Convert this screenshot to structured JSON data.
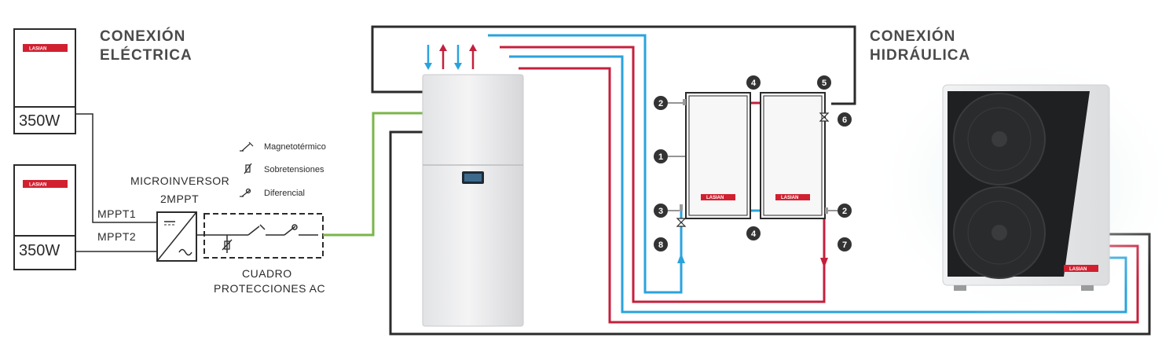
{
  "headings": {
    "electrical_line1": "CONEXIÓN",
    "electrical_line2": "ELÉCTRICA",
    "hydraulic_line1": "CONEXIÓN",
    "hydraulic_line2": "HIDRÁULICA"
  },
  "pv_panels": [
    {
      "brand": "LASIAN",
      "power": "350W"
    },
    {
      "brand": "LASIAN",
      "power": "350W"
    }
  ],
  "microinverter": {
    "title": "MICROINVERSOR",
    "model": "2MPPT",
    "input1": "MPPT1",
    "input2": "MPPT2"
  },
  "protections": {
    "title_line1": "CUADRO",
    "title_line2": "PROTECCIONES AC",
    "legend": [
      {
        "icon": "circuit-breaker-icon",
        "label": "Magnetotérmico"
      },
      {
        "icon": "surge-protector-icon",
        "label": "Sobretensiones"
      },
      {
        "icon": "differential-switch-icon",
        "label": "Diferencial"
      }
    ]
  },
  "solar_collectors": {
    "brand_left": "LASIAN",
    "brand_right": "LASIAN",
    "markers": [
      "1",
      "2",
      "2",
      "3",
      "4",
      "4",
      "5",
      "6",
      "7",
      "8"
    ]
  },
  "outdoor_unit": {
    "brand": "LASIAN"
  },
  "colors": {
    "cold_pipe": "#2aa3dc",
    "hot_pipe": "#c4203c",
    "electrical_line": "#2a2a2a",
    "ac_line": "#7ab648",
    "marker_bg": "#333333",
    "brand_red": "#d12030"
  }
}
